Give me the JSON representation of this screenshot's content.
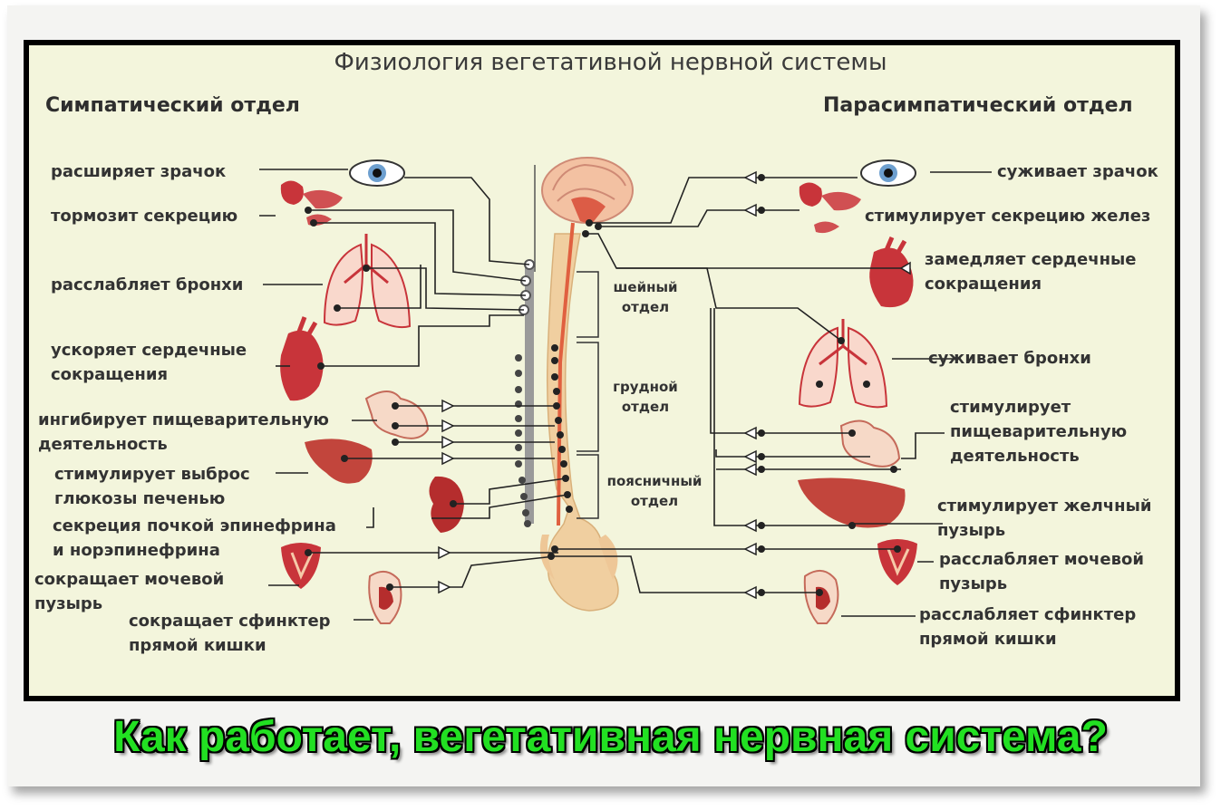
{
  "title": "Физиология вегетативной нервной системы",
  "sympathetic": {
    "heading": "Симпатический отдел",
    "labels": [
      "расширяет зрачок",
      "тормозит секрецию",
      "расслабляет бронхи",
      "ускоряет сердечные",
      "сокращения",
      "ингибирует пищеварительную",
      "деятельность",
      "стимулирует выброс",
      "глюкозы печенью",
      "секреция почкой эпинефрина",
      "и норэпинефрина",
      "сокращает мочевой",
      "пузырь",
      "сокращает сфинктер",
      "прямой кишки"
    ]
  },
  "parasympathetic": {
    "heading": "Парасимпатический отдел",
    "labels": [
      "суживает зрачок",
      "стимулирует секрецию желез",
      "замедляет сердечные",
      "сокращения",
      "суживает бронхи",
      "стимулирует",
      "пищеварительную",
      "деятельность",
      "стимулирует желчный",
      "пузырь",
      "расслабляет мочевой",
      "пузырь",
      "расслабляет сфинктер",
      "прямой кишки"
    ]
  },
  "spine_sections": [
    {
      "l1": "шейный",
      "l2": "отдел"
    },
    {
      "l1": "грудной",
      "l2": "отдел"
    },
    {
      "l1": "поясничный",
      "l2": "отдел"
    }
  ],
  "caption": "Как работает, вегетативная нервная система?",
  "colors": {
    "background": "#f3f5dc",
    "frame": "#000000",
    "organ": "#c8343a",
    "spine": "#f0cfa0",
    "caption": "#22e022"
  }
}
